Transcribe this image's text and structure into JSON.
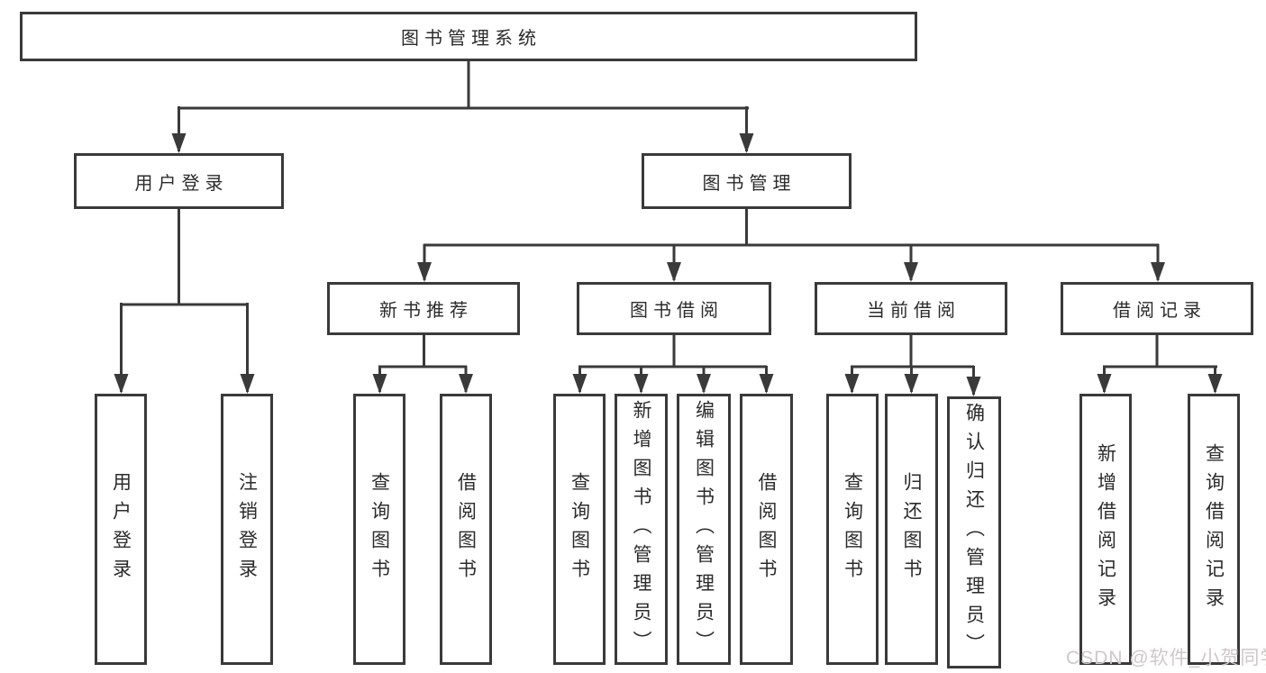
{
  "diagram": {
    "root": {
      "label": "图书管理系统"
    },
    "branches": [
      {
        "label": "用户登录",
        "children": [
          {
            "label": "用户登录"
          },
          {
            "label": "注销登录"
          }
        ]
      },
      {
        "label": "图书管理",
        "children": [
          {
            "label": "新书推荐",
            "children": [
              {
                "label": "查询图书"
              },
              {
                "label": "借阅图书"
              }
            ]
          },
          {
            "label": "图书借阅",
            "children": [
              {
                "label": "查询图书"
              },
              {
                "label": "新增图书（管理员）"
              },
              {
                "label": "编辑图书（管理员）"
              },
              {
                "label": "借阅图书"
              }
            ]
          },
          {
            "label": "当前借阅",
            "children": [
              {
                "label": "查询图书"
              },
              {
                "label": "归还图书"
              },
              {
                "label": "确认归还（管理员）"
              }
            ]
          },
          {
            "label": "借阅记录",
            "children": [
              {
                "label": "新增借阅记录"
              },
              {
                "label": "查询借阅记录"
              }
            ]
          }
        ]
      }
    ]
  },
  "watermark": {
    "text": "CSDN @软件_小贺同学"
  },
  "colors": {
    "line": "#3a3a3a",
    "text": "#2b2b2b",
    "box_background": "#ffffff",
    "page_background": "#ffffff",
    "watermark_text_color": "#cfc8c8"
  }
}
